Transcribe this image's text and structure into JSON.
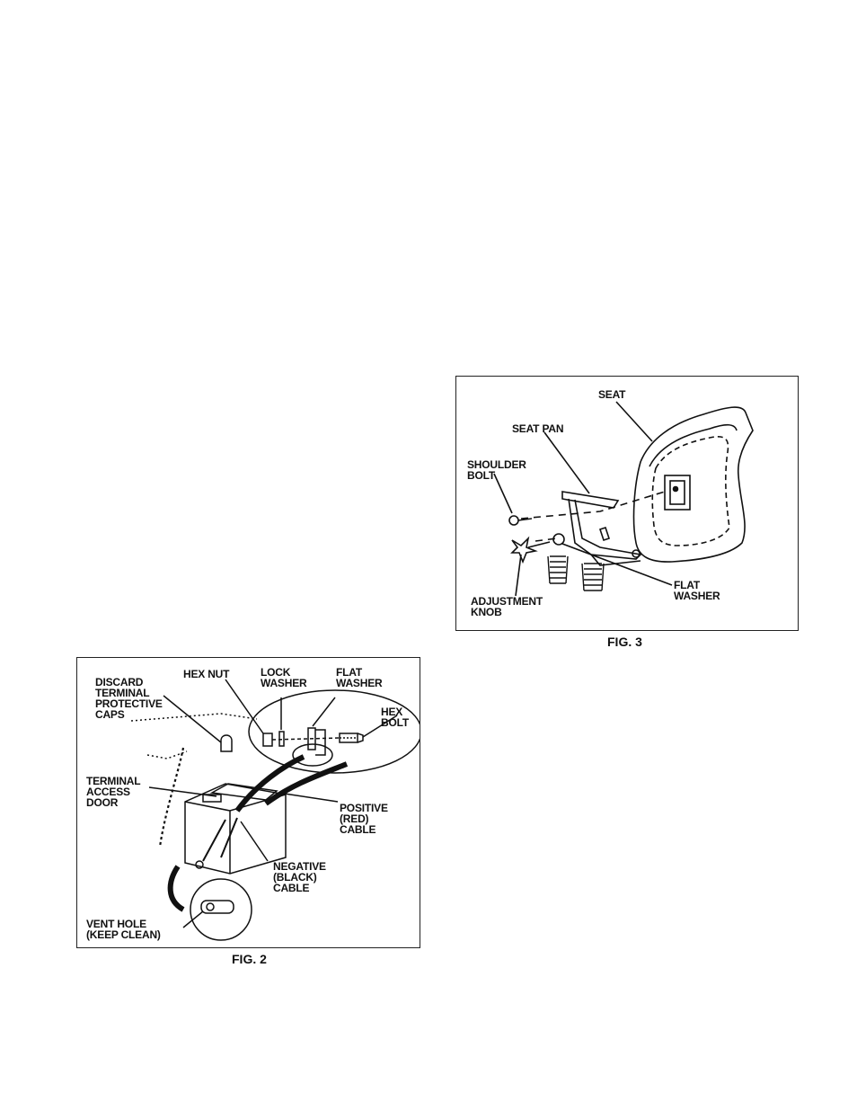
{
  "fig3": {
    "caption": "FIG. 3",
    "labels": {
      "seat": "SEAT",
      "seat_pan": "SEAT PAN",
      "shoulder_bolt": "SHOULDER\nBOLT",
      "adjustment_knob": "ADJUSTMENT\nKNOB",
      "flat_washer": "FLAT\nWASHER"
    }
  },
  "fig2": {
    "caption": "FIG. 2",
    "labels": {
      "discard_caps": "DISCARD\nTERMINAL\nPROTECTIVE\nCAPS",
      "hex_nut": "HEX NUT",
      "lock_washer": "LOCK\nWASHER",
      "flat_washer": "FLAT\nWASHER",
      "hex_bolt": "HEX\nBOLT",
      "terminal_access_door": "TERMINAL\nACCESS\nDOOR",
      "positive_cable": "POSITIVE\n(RED)\nCABLE",
      "negative_cable": "NEGATIVE\n(BLACK)\nCABLE",
      "vent_hole": "VENT HOLE\n(KEEP CLEAN)"
    }
  }
}
